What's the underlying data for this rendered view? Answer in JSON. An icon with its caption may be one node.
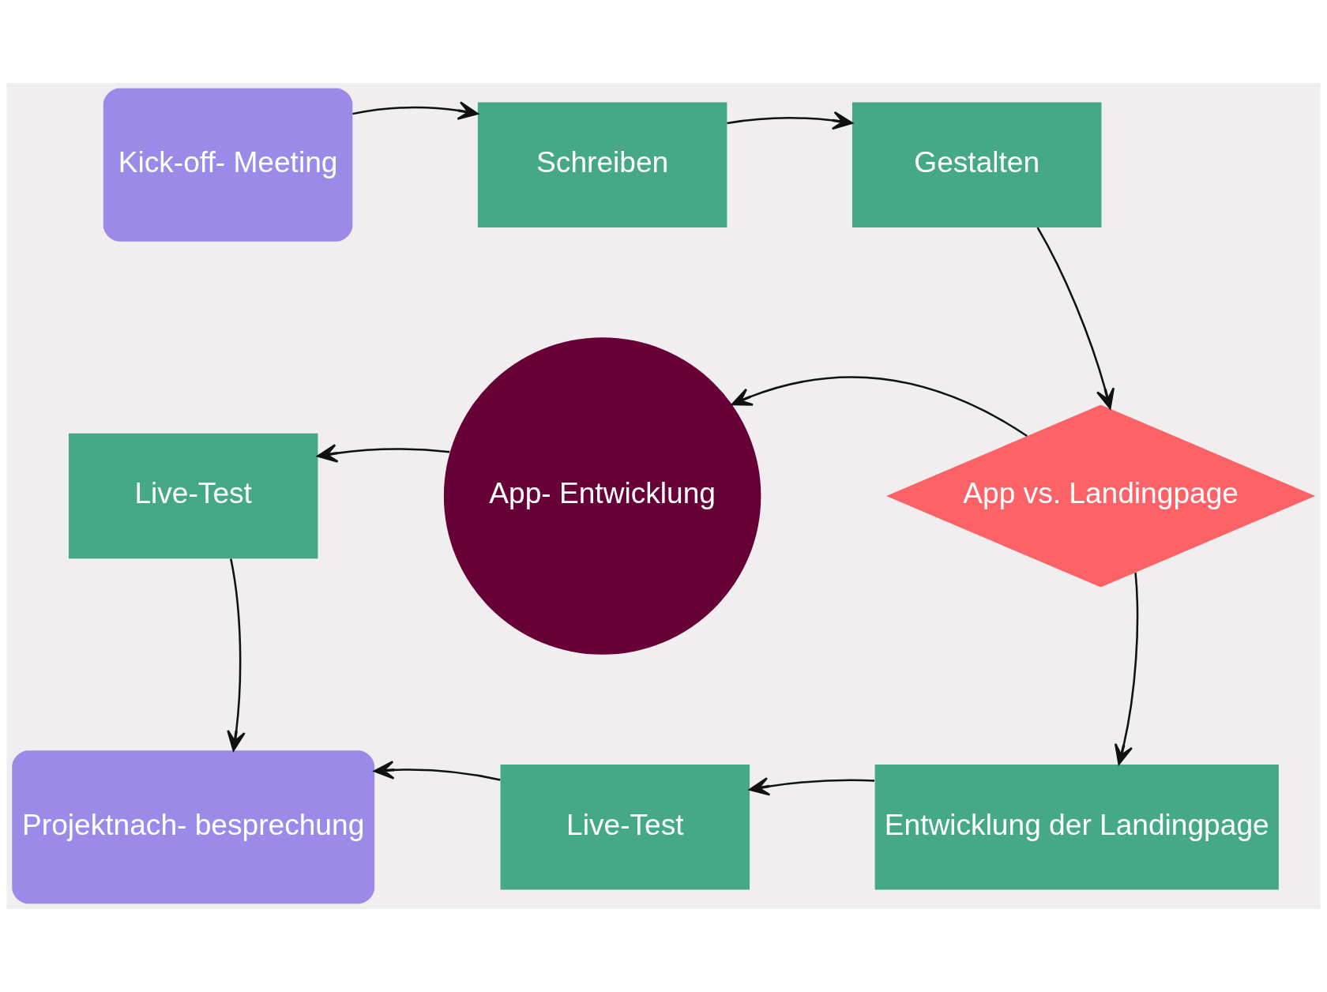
{
  "diagram": {
    "nodes": [
      {
        "text": [
          "Kick-off- Meeting"
        ]
      },
      {
        "text": [
          "Schreiben"
        ]
      },
      {
        "text": [
          "Gestalten"
        ]
      },
      {
        "text": [
          "Live-Test"
        ]
      },
      {
        "text": [
          "App- Entwicklung"
        ]
      },
      {
        "text": [
          "App vs. Landingpage"
        ]
      },
      {
        "text": [
          "Projektnach- besprechung"
        ]
      },
      {
        "text": [
          "Live-Test"
        ]
      },
      {
        "text": [
          "Entwicklung der Landingpage"
        ]
      }
    ],
    "edges": [
      {
        "from": 0,
        "to": 1,
        "arrow": "to"
      },
      {
        "from": 1,
        "to": 2,
        "arrow": "to"
      },
      {
        "from": 2,
        "to": 5,
        "arrow": "to"
      },
      {
        "from": 5,
        "to": 4,
        "arrow": "to"
      },
      {
        "from": 4,
        "to": 3,
        "arrow": "to"
      },
      {
        "from": 3,
        "to": 6,
        "arrow": "to"
      },
      {
        "from": 5,
        "to": 8,
        "arrow": "to"
      },
      {
        "from": 8,
        "to": 7,
        "arrow": "to"
      },
      {
        "from": 7,
        "to": 6,
        "arrow": "to"
      }
    ]
  }
}
